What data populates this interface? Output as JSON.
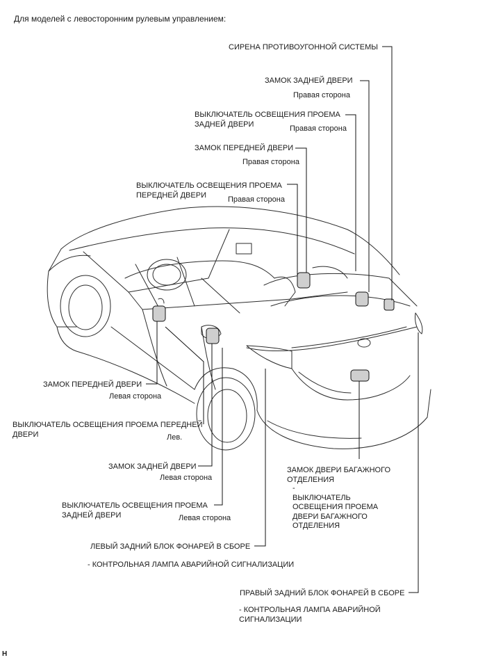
{
  "header": "Для моделей с левосторонним рулевым управлением:",
  "labels": {
    "siren": "СИРЕНА ПРОТИВОУГОННОЙ СИСТЕМЫ",
    "rear_door_lock_rh": "ЗАМОК ЗАДНЕЙ ДВЕРИ",
    "rear_door_lock_rh_side": "Правая сторона",
    "rear_courtesy_rh": "ВЫКЛЮЧАТЕЛЬ ОСВЕЩЕНИЯ ПРОЕМА\nЗАДНЕЙ ДВЕРИ",
    "rear_courtesy_rh_side": "Правая сторона",
    "front_door_lock_rh": "ЗАМОК ПЕРЕДНЕЙ ДВЕРИ",
    "front_door_lock_rh_side": "Правая сторона",
    "front_courtesy_rh": "ВЫКЛЮЧАТЕЛЬ ОСВЕЩЕНИЯ ПРОЕМА\nПЕРЕДНЕЙ ДВЕРИ",
    "front_courtesy_rh_side": "Правая сторона",
    "front_door_lock_lh": "ЗАМОК ПЕРЕДНЕЙ ДВЕРИ",
    "front_door_lock_lh_side": "Левая сторона",
    "front_courtesy_lh": "ВЫКЛЮЧАТЕЛЬ ОСВЕЩЕНИЯ ПРОЕМА ПЕРЕДНЕЙ\nДВЕРИ",
    "front_courtesy_lh_side": "Лев.",
    "rear_door_lock_lh": "ЗАМОК ЗАДНЕЙ ДВЕРИ",
    "rear_door_lock_lh_side": "Левая сторона",
    "rear_courtesy_lh": "ВЫКЛЮЧАТЕЛЬ ОСВЕЩЕНИЯ ПРОЕМА\nЗАДНЕЙ ДВЕРИ",
    "rear_courtesy_lh_side": "Левая сторона",
    "back_door_lock": "ЗАМОК ДВЕРИ БАГАЖНОГО\nОТДЕЛЕНИЯ",
    "back_door_courtesy": "-\nВЫКЛЮЧАТЕЛЬ\nОСВЕЩЕНИЯ ПРОЕМА\nДВЕРИ БАГАЖНОГО\nОТДЕЛЕНИЯ",
    "rear_lamp_lh": "ЛЕВЫЙ ЗАДНИЙ БЛОК ФОНАРЕЙ В СБОРЕ",
    "rear_lamp_lh_sub": "- КОНТРОЛЬНАЯ ЛАМПА АВАРИЙНОЙ СИГНАЛИЗАЦИИ",
    "rear_lamp_rh": "ПРАВЫЙ ЗАДНИЙ БЛОК ФОНАРЕЙ В СБОРЕ",
    "rear_lamp_rh_sub": "- КОНТРОЛЬНАЯ ЛАМПА АВАРИЙНОЙ\nСИГНАЛИЗАЦИИ"
  },
  "code": "H"
}
